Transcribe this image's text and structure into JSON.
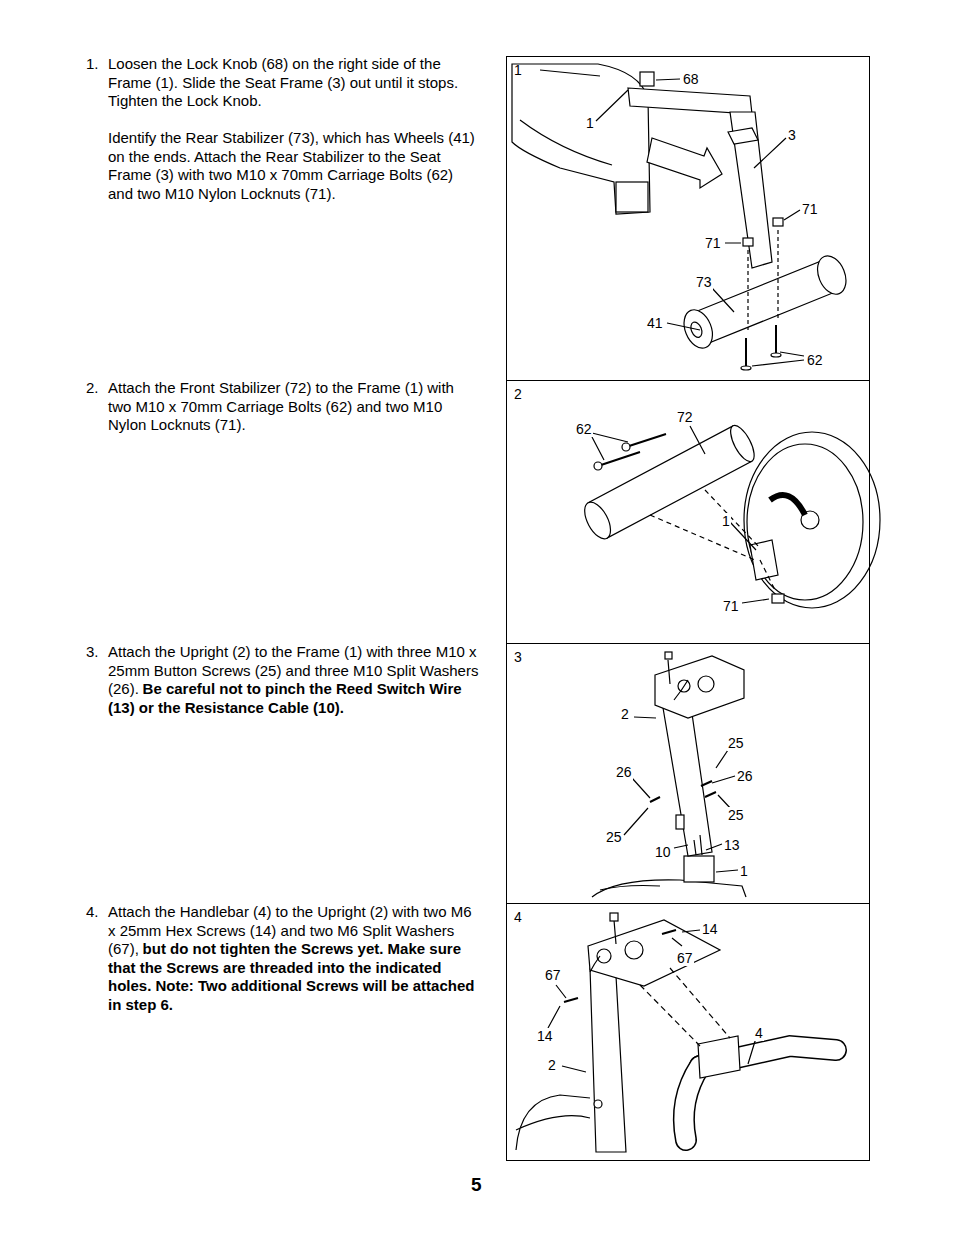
{
  "diagram": {
    "nodes": [
      {
        "text": [
          "1"
        ]
      },
      {
        "text": [
          "2"
        ]
      },
      {
        "text": [
          "3"
        ]
      },
      {
        "text": [
          "4"
        ]
      }
    ],
    "labels": [
      "1.",
      "Loosen the Lock Knob (68) on the right side of the Frame (1). Slide the Seat Frame (3) out until it stops. Tighten the Lock Knob.",
      "Identify the Rear Stabilizer (73), which has Wheels (41) on the ends. Attach the Rear Stabilizer to the Seat Frame (3) with two M10 x 70mm Carriage Bolts (62) and two M10 Nylon Locknuts (71).",
      "2.",
      "Attach the Front Stabilizer (72) to the Frame (1) with two M10 x 70mm Carriage Bolts (62) and two M10 Nylon Locknuts (71).",
      "3.",
      "Attach the Upright (2) to the Frame (1) with three M10 x 25mm Button Screws (25) and three M10 Split Washers (26).",
      "Be careful not to pinch the Reed Switch Wire (13) or the Resistance Cable (10).",
      "4.",
      "Attach the Handlebar (4) to the Upright (2) with two M6 x 25mm Hex Screws (14) and two M6 Split Washers (67),",
      "but do not tighten the Screws yet. Make sure that the Screws are threaded into the indicated holes. Note: Two additional Screws will be attached in step 6.",
      "5",
      "68",
      "1",
      "3",
      "71",
      "71",
      "73",
      "41",
      "62",
      "62",
      "72",
      "1",
      "71",
      "2",
      "25",
      "26",
      "26",
      "25",
      "25",
      "10",
      "13",
      "1",
      "14",
      "67",
      "67",
      "14",
      "4",
      "2"
    ]
  }
}
